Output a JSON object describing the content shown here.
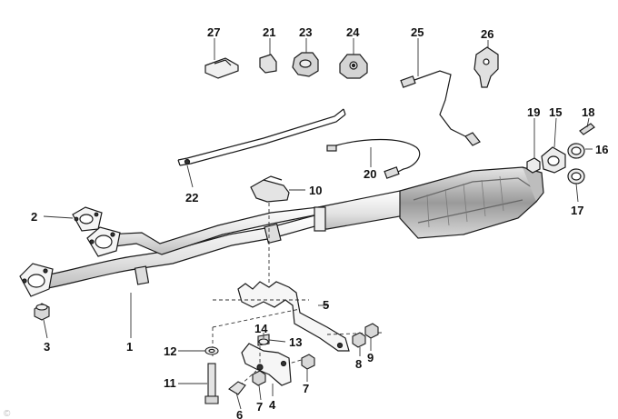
{
  "callouts": [
    "1",
    "2",
    "3",
    "4",
    "5",
    "6",
    "7",
    "7",
    "8",
    "9",
    "10",
    "11",
    "12",
    "13",
    "14",
    "15",
    "16",
    "17",
    "18",
    "19",
    "20",
    "21",
    "22",
    "23",
    "24",
    "25",
    "26",
    "27"
  ],
  "watermark": "©",
  "colors": {
    "line": "#1a1a1a",
    "fill": "#ffffff",
    "shade": "#cfcfcf",
    "dark": "#8a8a8a",
    "leader": "#333333"
  }
}
